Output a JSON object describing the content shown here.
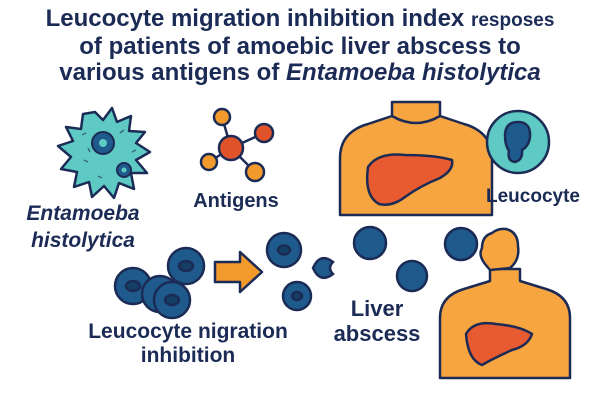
{
  "title": {
    "line1_main": "Leucocyte migration inhibition index",
    "line1_small": "resposes",
    "line2": "of patients of amoebic liver abscess to",
    "line3_prefix": "various antigens of ",
    "line3_italic": "Entamoeba histolytica"
  },
  "labels": {
    "organism_line1": "Entamoeba",
    "organism_line2": "histolytica",
    "antigens": "Antigens",
    "leucocyte": "Leucocyte",
    "inhibition_line1": "Leucocyte nigration",
    "inhibition_line2": "inhibition",
    "liver_line1": "Liver",
    "liver_line2": "abscess"
  },
  "colors": {
    "navy": "#1b2b55",
    "amoeba": "#5fc9c4",
    "cell_blue": "#1e5a8c",
    "orange": "#f39a2d",
    "skin": "#f7a541",
    "liver": "#e85a2f",
    "red_atom": "#e0532a"
  },
  "icons": [
    "amoeba-icon",
    "molecule-icon",
    "torso-icon",
    "leucocyte-icon",
    "arrow-icon",
    "person-icon"
  ]
}
